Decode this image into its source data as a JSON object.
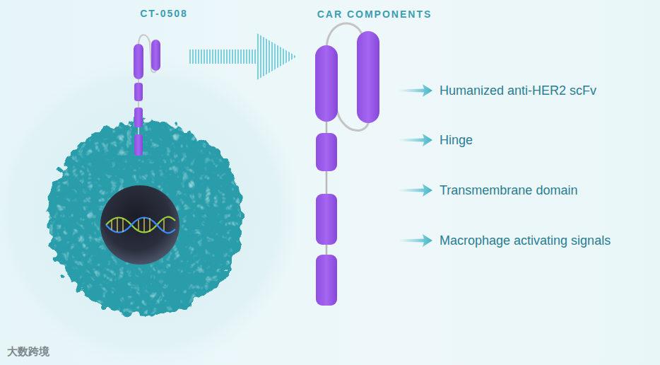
{
  "diagram": {
    "labels": [
      "CT-0508",
      "CAR COMPONENTS",
      "Humanized anti-HER2 scFv",
      "Hinge",
      "Transmembrane domain",
      "Macrophage activating signals",
      "大数跨境"
    ]
  }
}
